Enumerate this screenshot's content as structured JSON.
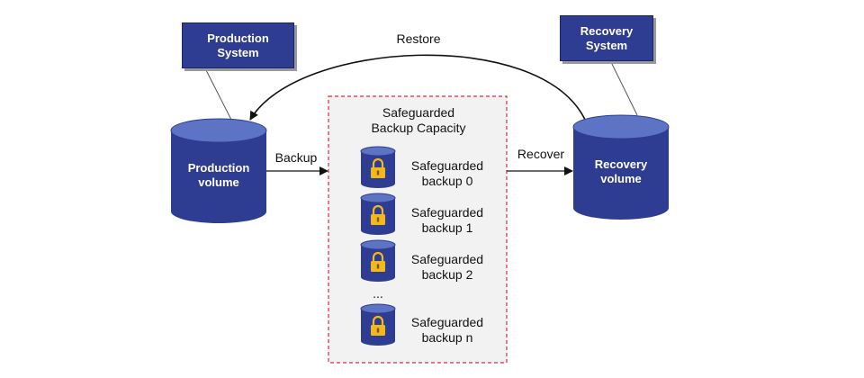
{
  "colors": {
    "system_box": "#2e3d91",
    "cylinder_body": "#2e3d91",
    "cylinder_top": "#5d74c4",
    "lock": "#f2b91d",
    "safeguard_border": "#d9303a",
    "safeguard_fill": "#f2f2f2"
  },
  "systems": {
    "production": "Production\nSystem",
    "recovery": "Recovery\nSystem"
  },
  "volumes": {
    "production": "Production\nvolume",
    "recovery": "Recovery\nvolume"
  },
  "arrows": {
    "backup": "Backup",
    "recover": "Recover",
    "restore": "Restore"
  },
  "safeguarded": {
    "title": "Safeguarded\nBackup Capacity",
    "ellipsis": "...",
    "backups": [
      {
        "label": "Safeguarded\nbackup 0",
        "icon": "lock-icon"
      },
      {
        "label": "Safeguarded\nbackup 1",
        "icon": "lock-icon"
      },
      {
        "label": "Safeguarded\nbackup 2",
        "icon": "lock-icon"
      },
      {
        "label": "Safeguarded\nbackup n",
        "icon": "lock-icon"
      }
    ]
  }
}
